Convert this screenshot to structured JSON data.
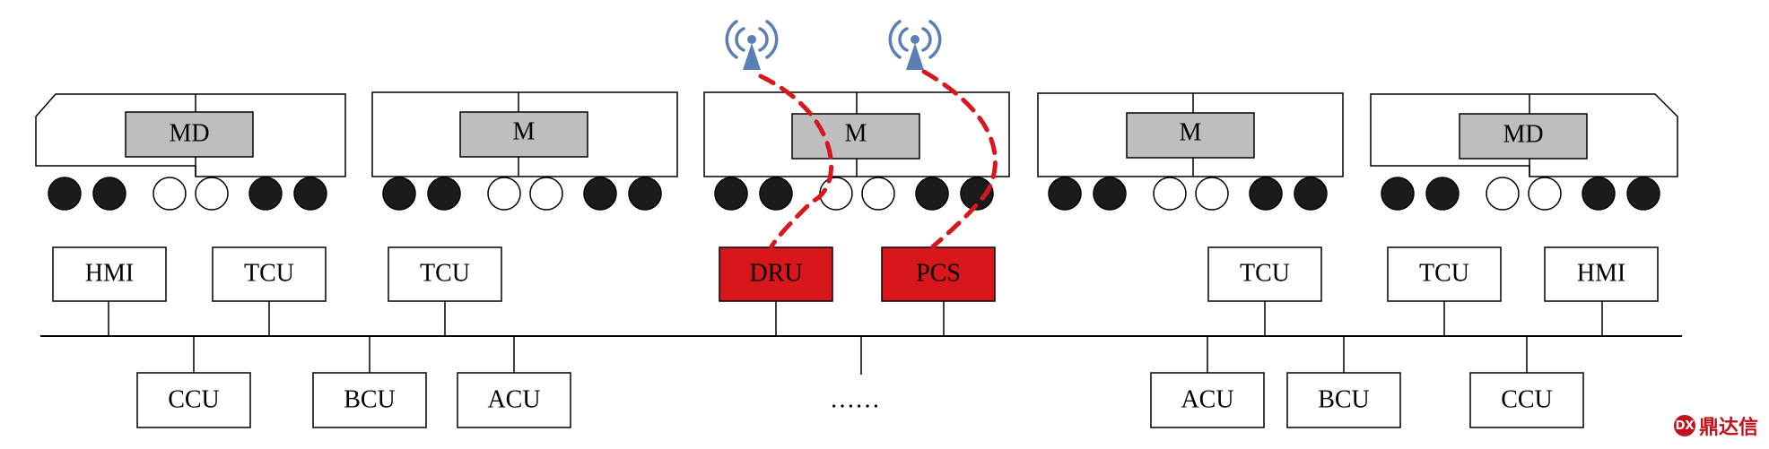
{
  "train": {
    "cars": [
      {
        "label": "MD",
        "wheels": [
          "powered",
          "powered",
          "trailer",
          "trailer",
          "powered",
          "powered"
        ]
      },
      {
        "label": "M",
        "wheels": [
          "powered",
          "powered",
          "trailer",
          "trailer",
          "powered",
          "powered"
        ]
      },
      {
        "label": "M",
        "wheels": [
          "powered",
          "powered",
          "trailer",
          "trailer",
          "powered",
          "powered"
        ]
      },
      {
        "label": "M",
        "wheels": [
          "powered",
          "powered",
          "trailer",
          "trailer",
          "powered",
          "powered"
        ]
      },
      {
        "label": "MD",
        "wheels": [
          "powered",
          "powered",
          "trailer",
          "trailer",
          "powered",
          "powered"
        ]
      }
    ]
  },
  "upper_units": [
    {
      "label": "HMI",
      "highlight": false
    },
    {
      "label": "TCU",
      "highlight": false
    },
    {
      "label": "TCU",
      "highlight": false
    },
    {
      "label": "DRU",
      "highlight": true
    },
    {
      "label": "PCS",
      "highlight": true
    },
    {
      "label": "TCU",
      "highlight": false
    },
    {
      "label": "TCU",
      "highlight": false
    },
    {
      "label": "HMI",
      "highlight": false
    }
  ],
  "lower_units": [
    {
      "label": "CCU"
    },
    {
      "label": "BCU"
    },
    {
      "label": "ACU"
    },
    {
      "label": "ACU"
    },
    {
      "label": "BCU"
    },
    {
      "label": "CCU"
    }
  ],
  "ellipsis": "……",
  "antennas": [
    "antenna-icon",
    "antenna-icon"
  ],
  "colors": {
    "highlight": "#d7171b",
    "motor_box": "#bfbebf",
    "antenna": "#5a7fb4"
  },
  "watermark": {
    "text": "鼎达信",
    "logo_text": "DX"
  }
}
